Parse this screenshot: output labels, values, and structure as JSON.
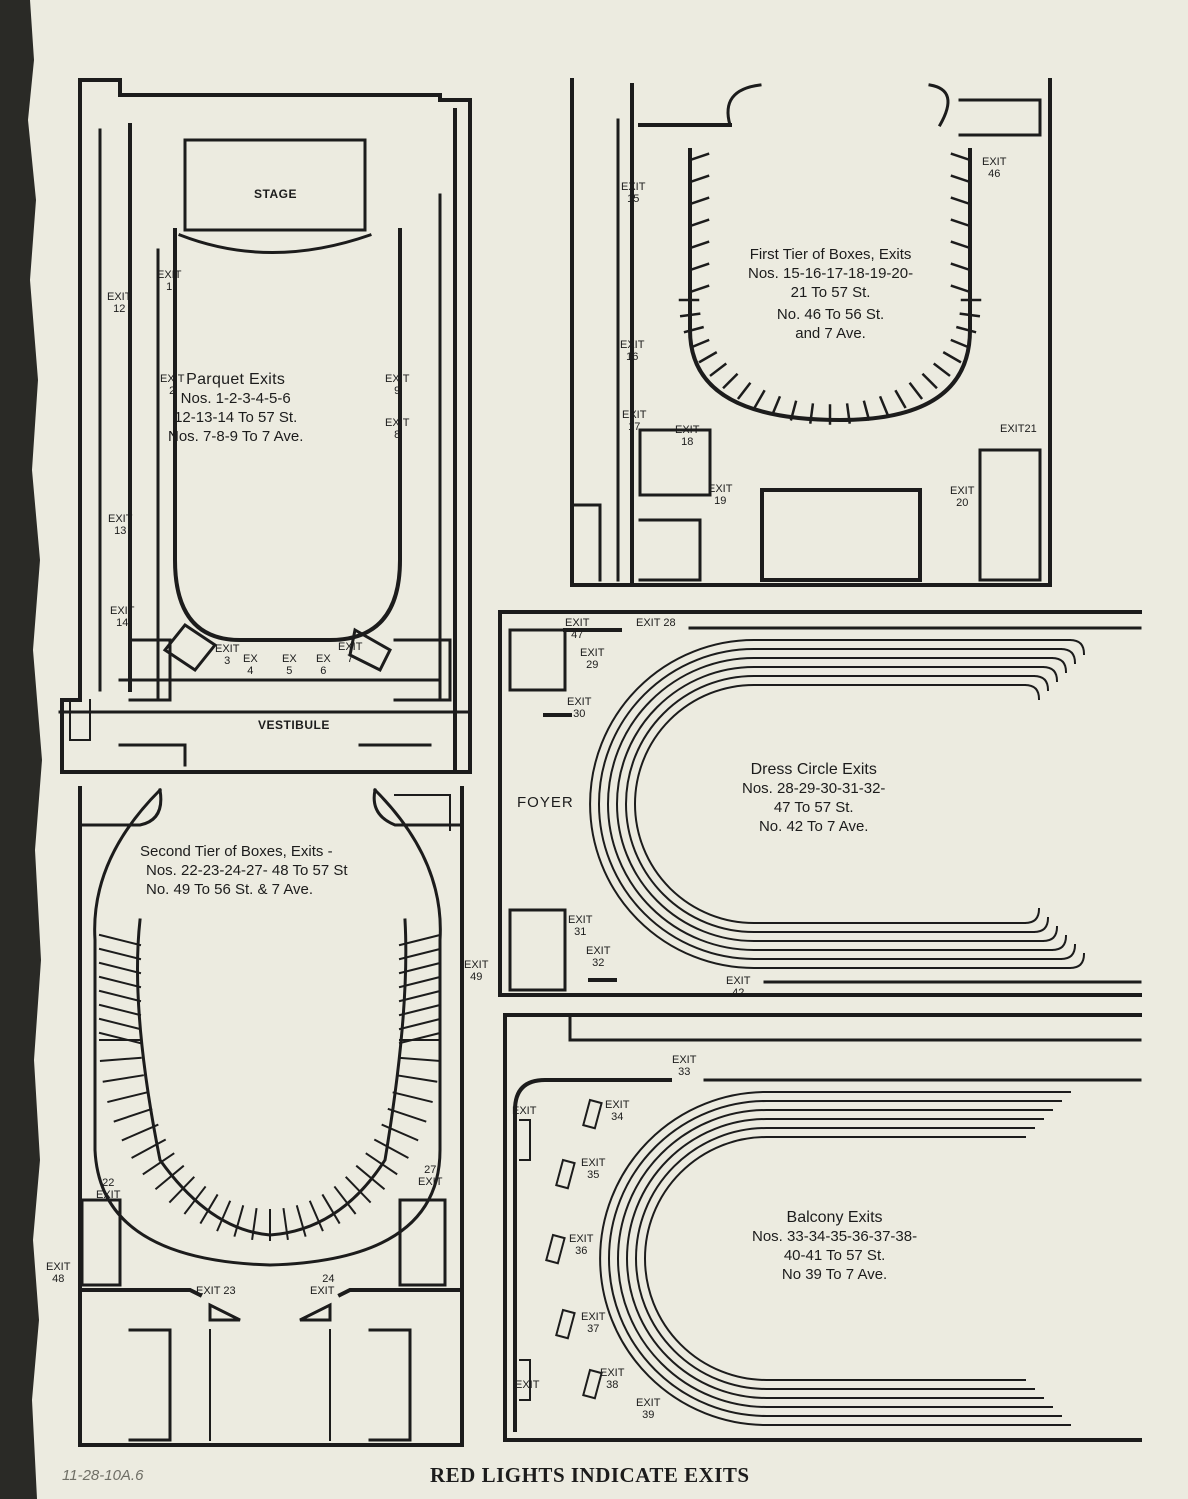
{
  "colors": {
    "paper": "#ecebe0",
    "ink": "#1c1c1c",
    "pencil": "#6f6f66"
  },
  "footer": "RED LIGHTS INDICATE EXITS",
  "archive_note": "11-28-10A.6",
  "plans": {
    "parquet": {
      "title_lines": [
        "Parquet Exits",
        "Nos. 1-2-3-4-5-6",
        "12-13-14 To 57 St.",
        "Nos. 7-8-9 To 7 Ave."
      ],
      "rooms": {
        "stage": "STAGE",
        "vestibule": "VESTIBULE"
      },
      "exits": [
        {
          "label": "EXIT",
          "num": "1"
        },
        {
          "label": "EXIT",
          "num": "2"
        },
        {
          "label": "EXIT",
          "num": "3"
        },
        {
          "label": "EX",
          "num": "4"
        },
        {
          "label": "EX",
          "num": "5"
        },
        {
          "label": "EX",
          "num": "6"
        },
        {
          "label": "EXIT",
          "num": "7"
        },
        {
          "label": "EXIT",
          "num": "8"
        },
        {
          "label": "EXIT",
          "num": "9"
        },
        {
          "label": "EXIT",
          "num": "12"
        },
        {
          "label": "EXIT",
          "num": "13"
        },
        {
          "label": "EXIT",
          "num": "14"
        }
      ]
    },
    "first_tier": {
      "title_lines": [
        "First Tier of Boxes, Exits",
        "Nos. 15-16-17-18-19-20-",
        "21 To 57 St.",
        "No. 46 To 56 St.",
        "and 7 Ave."
      ],
      "exits": [
        {
          "label": "EXIT",
          "num": "15"
        },
        {
          "label": "EXIT",
          "num": "16"
        },
        {
          "label": "EXIT",
          "num": "17"
        },
        {
          "label": "EXIT",
          "num": "18"
        },
        {
          "label": "EXIT",
          "num": "19"
        },
        {
          "label": "EXIT",
          "num": "20"
        },
        {
          "label": "EXIT",
          "num": "21"
        },
        {
          "label": "EXIT",
          "num": "46"
        }
      ]
    },
    "dress_circle": {
      "title_lines": [
        "Dress Circle Exits",
        "Nos. 28-29-30-31-32-",
        "47 To 57 St.",
        "No. 42 To 7 Ave."
      ],
      "rooms": {
        "foyer": "FOYER"
      },
      "exits": [
        {
          "label": "EXIT",
          "num": "47"
        },
        {
          "label": "EXIT",
          "num": "28"
        },
        {
          "label": "EXIT",
          "num": "29"
        },
        {
          "label": "EXIT",
          "num": "30"
        },
        {
          "label": "EXIT",
          "num": "31"
        },
        {
          "label": "EXIT",
          "num": "32"
        },
        {
          "label": "EXIT",
          "num": "42"
        }
      ]
    },
    "second_tier": {
      "title_lines": [
        "Second Tier of Boxes, Exits -",
        "Nos. 22-23-24-27- 48 To 57 St",
        "No. 49 To 56 St. & 7 Ave."
      ],
      "exits": [
        {
          "label": "EXIT",
          "num": "22"
        },
        {
          "label": "EXIT",
          "num": "23"
        },
        {
          "label": "EXIT",
          "num": "24"
        },
        {
          "label": "EXIT",
          "num": "27"
        },
        {
          "label": "EXIT",
          "num": "48"
        },
        {
          "label": "EXIT",
          "num": "49"
        }
      ]
    },
    "balcony": {
      "title_lines": [
        "Balcony Exits",
        "Nos. 33-34-35-36-37-38-",
        "40-41 To 57 St.",
        "No 39 To 7 Ave."
      ],
      "exits": [
        {
          "label": "EXIT",
          "num": "33"
        },
        {
          "label": "EXIT",
          "num": "34"
        },
        {
          "label": "EXIT",
          "num": "35"
        },
        {
          "label": "EXIT",
          "num": "36"
        },
        {
          "label": "EXIT",
          "num": "37"
        },
        {
          "label": "EXIT",
          "num": "38"
        },
        {
          "label": "EXIT",
          "num": "39"
        },
        {
          "label": "EXIT",
          "num": ""
        },
        {
          "label": "EXIT",
          "num": ""
        }
      ]
    }
  }
}
